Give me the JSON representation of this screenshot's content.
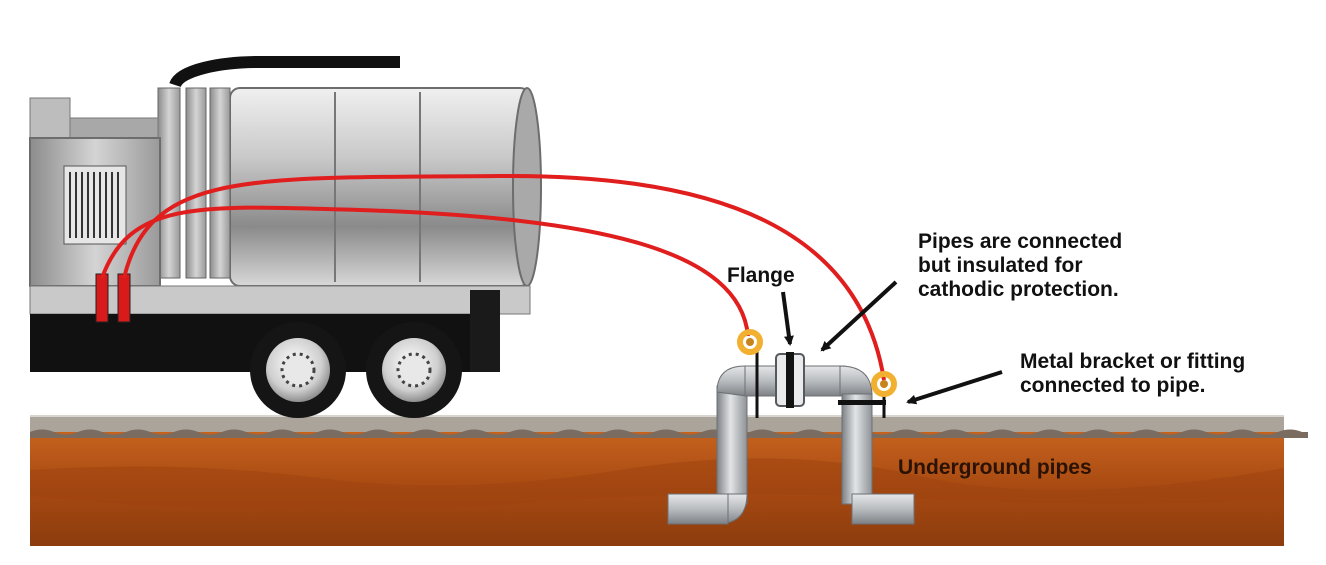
{
  "labels": {
    "flange": "Flange",
    "insulated": [
      "Pipes are connected",
      "but insulated for",
      "cathodic protection."
    ],
    "bracket": [
      "Metal bracket or fitting",
      "connected to pipe."
    ],
    "underground": "Underground pipes"
  },
  "colors": {
    "ground": "#b4561c",
    "ground_dark": "#7a3510",
    "gravel": "#a39d94",
    "cable": "#e01e1e",
    "clamp": "#f2b030",
    "pipe": "#b9bcbf",
    "tank": "#b0b0b0",
    "truck_black": "#111111"
  },
  "icons": {
    "truck": "vacuum-truck-icon",
    "clamp": "cable-clamp-icon",
    "arrow": "pointer-arrow-icon"
  }
}
